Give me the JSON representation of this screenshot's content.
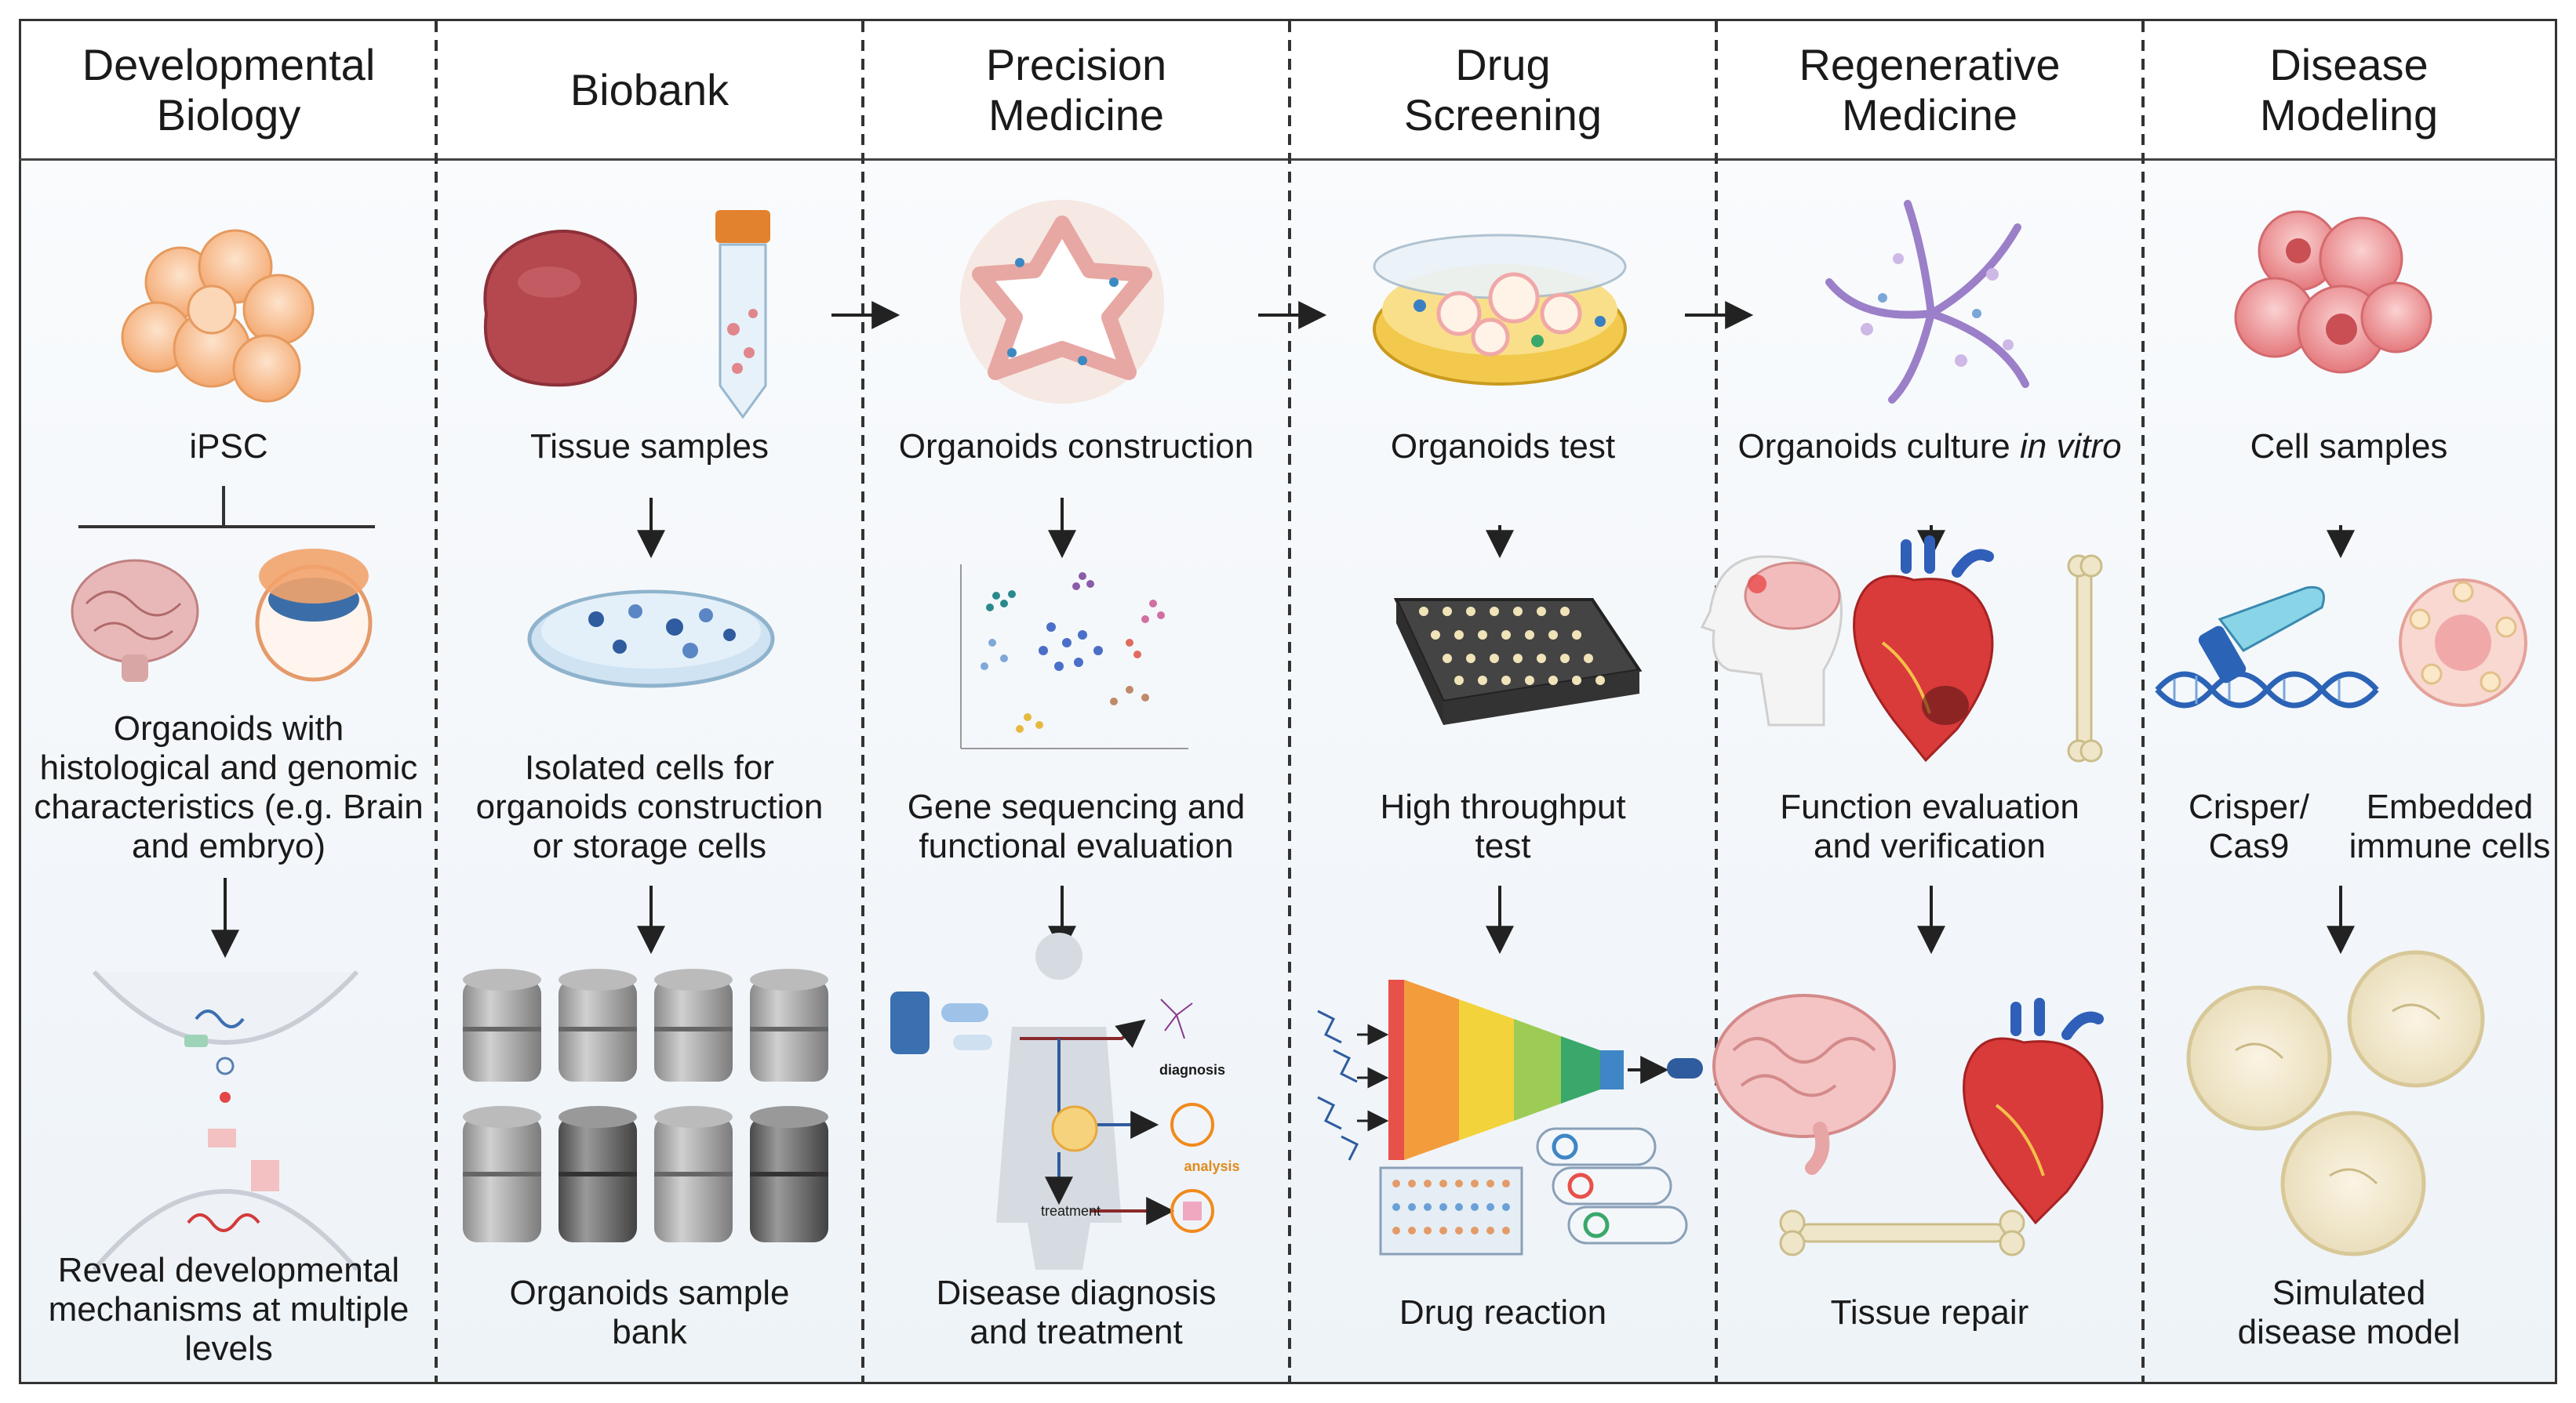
{
  "columns": [
    {
      "title": "Developmental\nBiology"
    },
    {
      "title": "Biobank"
    },
    {
      "title": "Precision\nMedicine"
    },
    {
      "title": "Drug\nScreening"
    },
    {
      "title": "Regenerative\nMedicine"
    },
    {
      "title": "Disease\nModeling"
    }
  ],
  "dev_bio": {
    "ipsc": "iPSC",
    "organoids": "Organoids with\nhistological and genomic\ncharacteristics (e.g. Brain\nand embryo)",
    "reveal": "Reveal developmental\nmechanisms at multiple\nlevels"
  },
  "biobank": {
    "tissue": "Tissue samples",
    "isolated": "Isolated cells for\norganoids construction\nor storage cells",
    "bank": "Organoids sample\nbank"
  },
  "precision": {
    "construction": "Organoids construction",
    "sequencing": "Gene sequencing and\nfunctional evaluation",
    "diagnosis": "Disease diagnosis\nand treatment",
    "tag_diagnosis": "diagnosis",
    "tag_analysis": "analysis",
    "tag_treatment": "treatment"
  },
  "drug": {
    "test": "Organoids test",
    "throughput": "High throughput\ntest",
    "reaction": "Drug reaction"
  },
  "regen": {
    "culture_prefix": "Organoids culture ",
    "culture_italic": "in vitro",
    "function": "Function evaluation\nand verification",
    "repair": "Tissue repair"
  },
  "disease": {
    "cells": "Cell samples",
    "crisper": "Crisper/\nCas9",
    "embedded": "Embedded\nimmune cells",
    "model": "Simulated\ndisease model"
  },
  "colors": {
    "ipsc": "#f6b98a",
    "tissue": "#b5484f",
    "dish": "#cfe3f2",
    "drug_dish": "#f2c94c",
    "funnel": [
      "#e8504a",
      "#f39c3c",
      "#f2d33b",
      "#9ccc55",
      "#3aa86b",
      "#3f86c6"
    ],
    "dna": "#2b63b6",
    "cell": "#ee8f92"
  }
}
